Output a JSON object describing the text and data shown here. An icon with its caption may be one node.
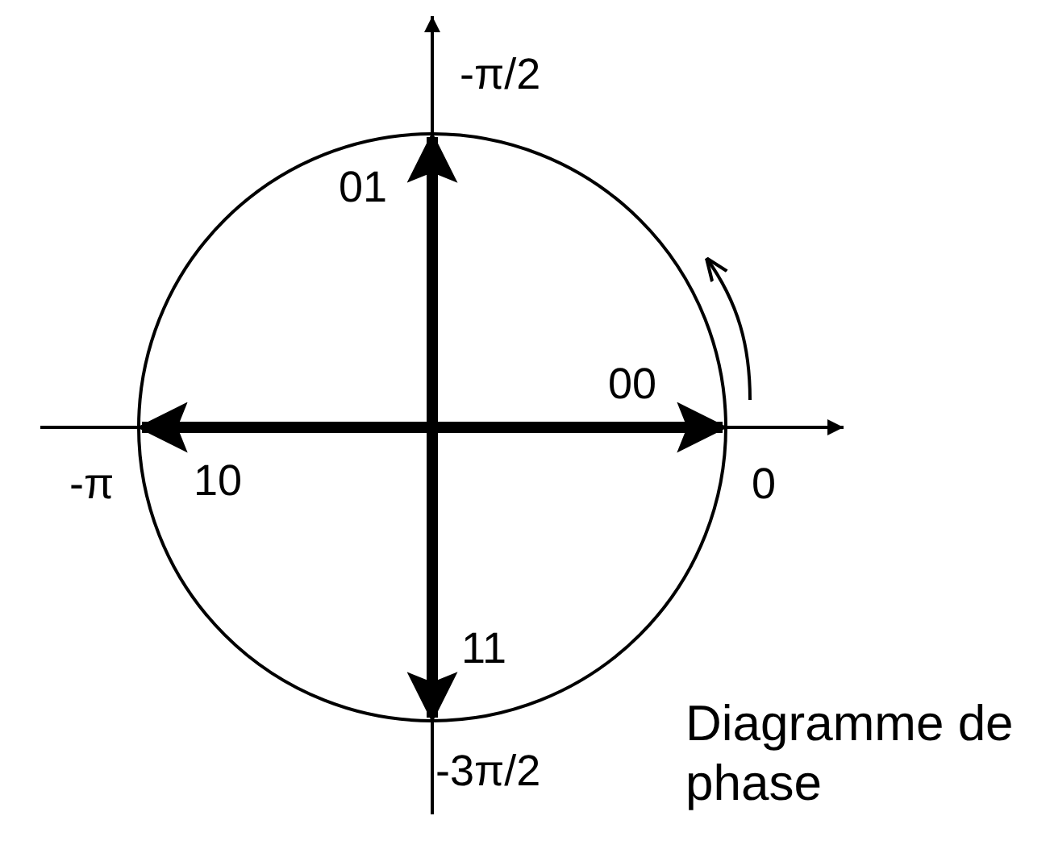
{
  "diagram": {
    "caption": "Diagramme de phase",
    "labels": [
      "-π/2",
      "01",
      "00",
      "-π",
      "10",
      "0",
      "11",
      "-3π/2"
    ]
  }
}
